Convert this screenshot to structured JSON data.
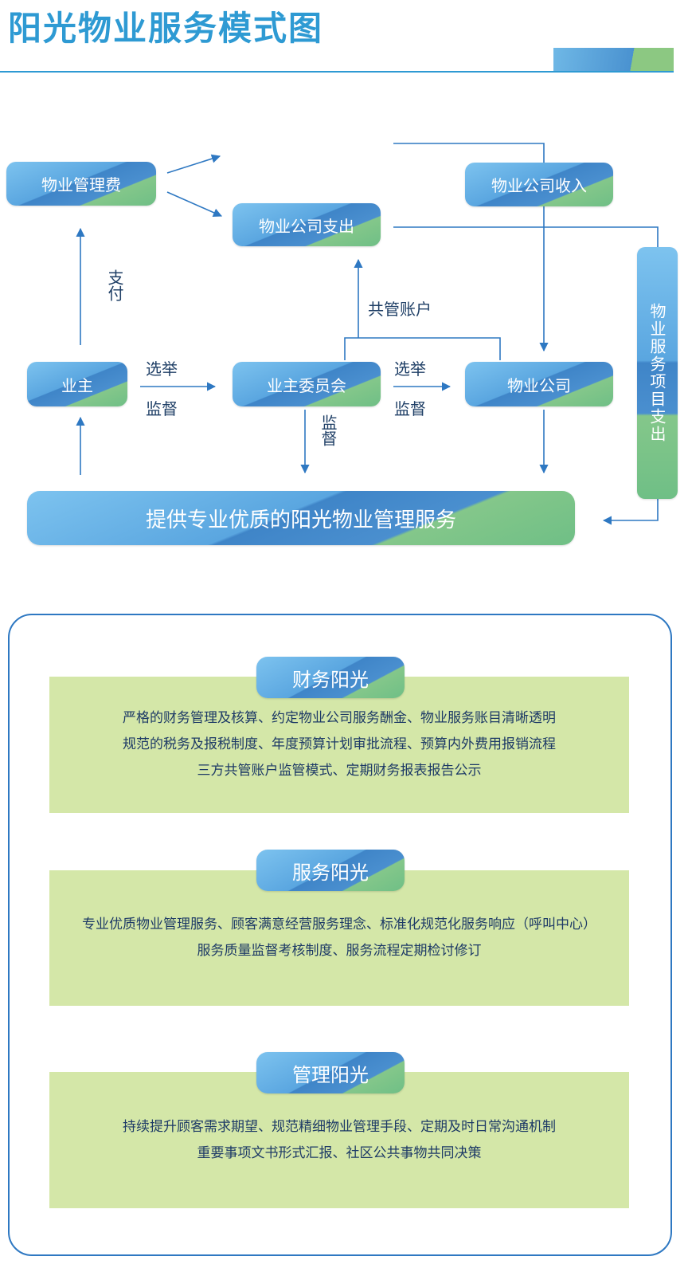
{
  "title": "阳光物业服务模式图",
  "diagram": {
    "nodes": {
      "fee": "物业管理费",
      "company_expense": "物业公司支出",
      "company_income": "物业公司收入",
      "owner": "业主",
      "committee": "业主委员会",
      "company": "物业公司",
      "service_items_expense": "物业服务项目支出",
      "service": "提供专业优质的阳光物业管理服务"
    },
    "labels": {
      "pay": "支付",
      "shared_account": "共管账户",
      "elect_1": "选举",
      "supervise_1": "监督",
      "elect_2": "选举",
      "supervise_2": "监督",
      "supervise_3": "监督"
    }
  },
  "sections": [
    {
      "title": "财务阳光",
      "lines": [
        "严格的财务管理及核算、约定物业公司服务酬金、物业服务账目清晰透明",
        "规范的税务及报税制度、年度预算计划审批流程、预算内外费用报销流程",
        "三方共管账户监管模式、定期财务报表报告公示"
      ]
    },
    {
      "title": "服务阳光",
      "lines": [
        "专业优质物业管理服务、顾客满意经营服务理念、标准化规范化服务响应（呼叫中心）",
        "服务质量监督考核制度、服务流程定期检讨修订"
      ]
    },
    {
      "title": "管理阳光",
      "lines": [
        "持续提升顾客需求期望、规范精细物业管理手段、定期及时日常沟通机制",
        "重要事项文书形式汇报、社区公共事物共同决策"
      ]
    }
  ],
  "colors": {
    "title_blue": "#2e9ad3",
    "node_blue": "#4a8fcf",
    "node_green": "#84c78a",
    "line_blue": "#2e78c2",
    "text_navy": "#1d3a66",
    "box_green": "#d4e7a8"
  }
}
